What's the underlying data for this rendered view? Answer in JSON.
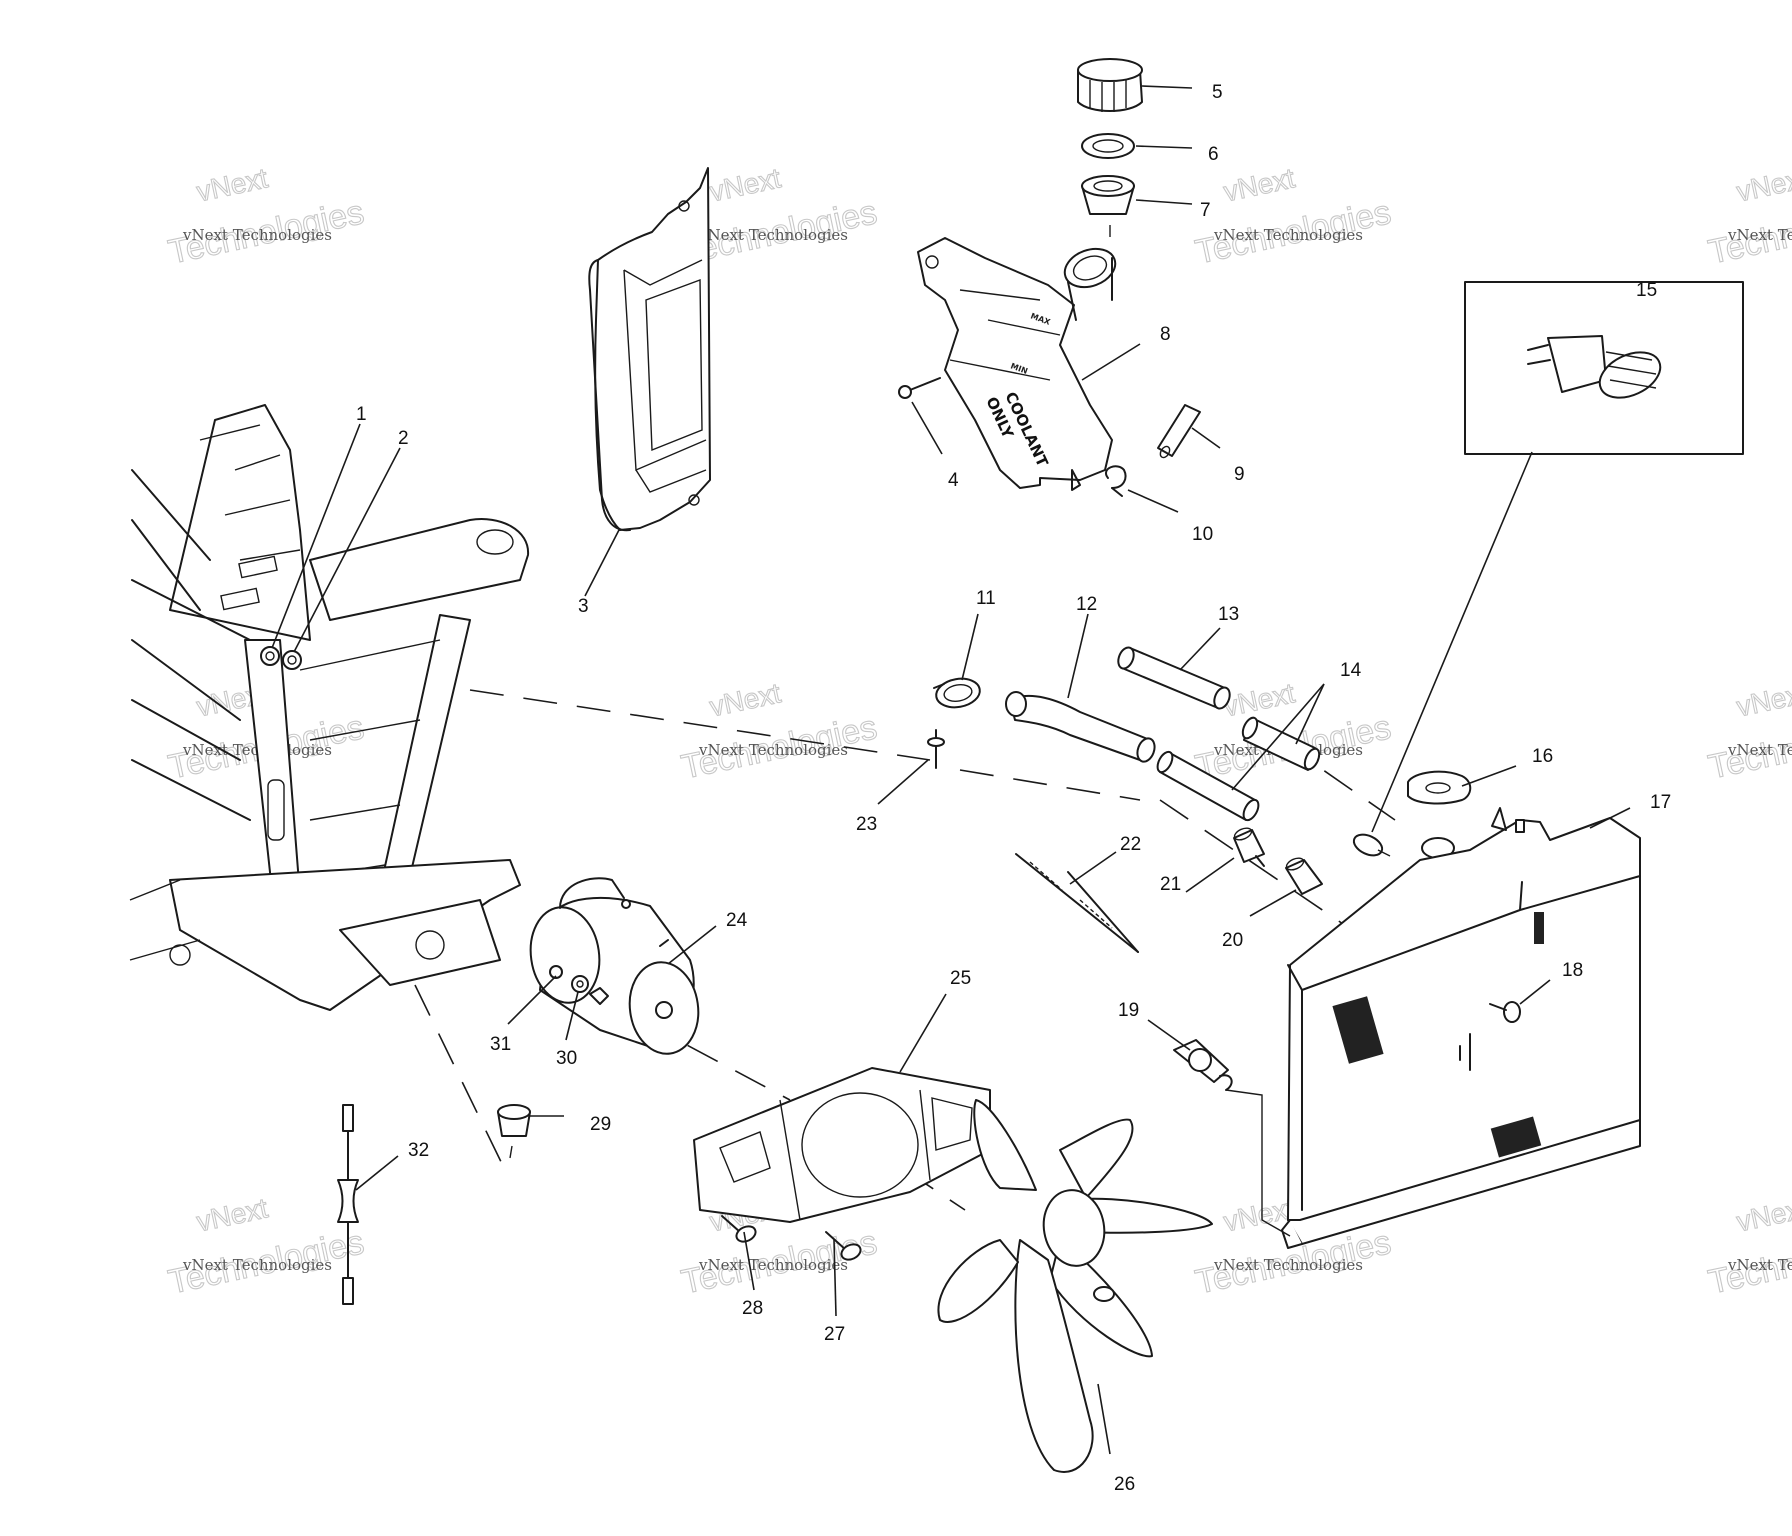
{
  "watermark": {
    "line_small": "vNext Technologies",
    "line_big_1": "vNext",
    "line_big_2": "Technologies"
  },
  "tank_marks": {
    "max": "MAX",
    "min": "MIN",
    "coolant": "COOLANT",
    "only": "ONLY"
  },
  "callouts": [
    "1",
    "2",
    "3",
    "4",
    "5",
    "6",
    "7",
    "8",
    "9",
    "10",
    "11",
    "12",
    "13",
    "14",
    "15",
    "16",
    "17",
    "18",
    "19",
    "20",
    "21",
    "22",
    "23",
    "24",
    "25",
    "26",
    "27",
    "28",
    "29",
    "30",
    "31",
    "32"
  ]
}
